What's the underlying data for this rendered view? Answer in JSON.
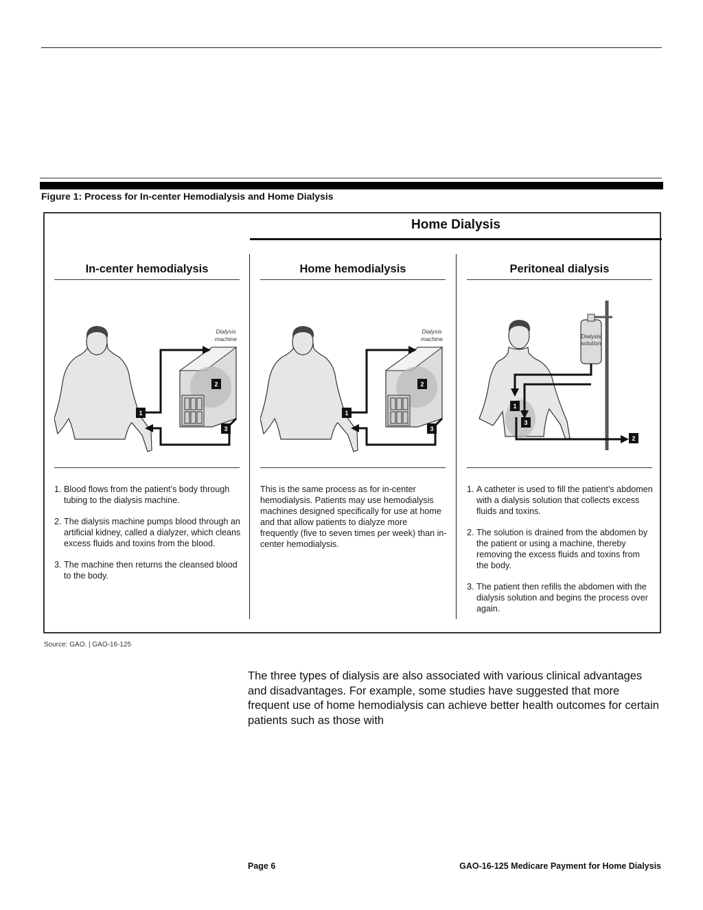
{
  "figure": {
    "title": "Figure 1: Process for In-center Hemodialysis and Home Dialysis",
    "group_heading": "Home Dialysis",
    "columns": [
      {
        "heading": "In-center hemodialysis",
        "machine_label_line1": "Dialysis",
        "machine_label_line2": "machine",
        "markers": [
          "1",
          "2",
          "3"
        ],
        "steps": [
          "Blood flows from the patient’s body through tubing to the dialysis machine.",
          "The dialysis machine pumps blood through an artificial kidney, called a dialyzer, which cleans excess fluids and toxins from the blood.",
          "The machine then returns the cleansed blood to the body."
        ]
      },
      {
        "heading": "Home hemodialysis",
        "machine_label_line1": "Dialysis",
        "machine_label_line2": "machine",
        "markers": [
          "1",
          "2",
          "3"
        ],
        "description": "This is the same process as for in-center hemodialysis. Patients may use hemodialysis machines designed specifically for use at home and that allow patients to dialyze more frequently (five to seven times per week) than in-center hemodialysis."
      },
      {
        "heading": "Peritoneal dialysis",
        "bag_label_line1": "Dialysis",
        "bag_label_line2": "solution",
        "markers": [
          "1",
          "3",
          "2"
        ],
        "steps": [
          "A catheter is used to fill the patient’s abdomen with a dialysis solution that collects excess fluids and toxins.",
          "The solution is drained from the abdomen by the patient or using a machine, thereby removing the excess fluids and toxins from the body.",
          "The patient then refills the abdomen with the dialysis solution and begins the process over again."
        ]
      }
    ],
    "source": "Source: GAO.  |  GAO-16-125"
  },
  "body_text": "The three types of dialysis are also associated with various clinical advantages and disadvantages. For example, some studies have suggested that more frequent use of home hemodialysis can achieve better health outcomes for certain patients such as those with",
  "footer": {
    "page": "Page 6",
    "report": "GAO-16-125  Medicare Payment for Home Dialysis"
  }
}
